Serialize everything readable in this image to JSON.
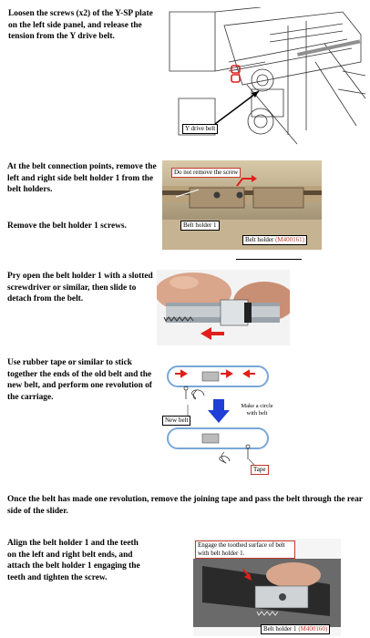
{
  "steps": {
    "s1": "Loosen the screws (x2) of the Y-SP plate on the left side panel, and release the tension from the Y drive belt.",
    "s2": "At the belt connection points, remove the left and right side belt holder 1 from the belt holders.",
    "s3": "Remove the belt holder 1 screws.",
    "s4": "Pry open the belt holder 1 with a slotted screwdriver or similar, then slide to detach from the belt.",
    "s5": "Use rubber tape or similar to stick together the ends of the old belt and the new belt, and perform one revolution of the carriage.",
    "s6": "Once the belt has made one revolution, remove the joining tape and pass the belt through the rear side of the slider.",
    "s7": "Align the belt holder 1 and the teeth on the left and right belt ends, and attach the belt holder 1 engaging the teeth and tighten the screw."
  },
  "figures": {
    "fig1": {
      "label": "Y drive belt"
    },
    "fig2": {
      "warning": "Do not remove the screw",
      "holder1": "Belt holder 1",
      "holder_main": "Belt holder ",
      "holder_code": "(M400161)"
    },
    "fig4": {
      "new_belt": "New belt",
      "circle_note": "Make a circle with belt",
      "tape": "Tape"
    },
    "fig5": {
      "note": "Engage the toothed surface of belt with belt holder 1.",
      "holder": "Belt holder 1 ",
      "holder_code": "(M400160)"
    }
  },
  "colors": {
    "callout_red": "#c0392b",
    "arrow_red": "#e0201b",
    "arrow_blue": "#1f3fd6",
    "belt_blue": "#7aa7d8"
  }
}
